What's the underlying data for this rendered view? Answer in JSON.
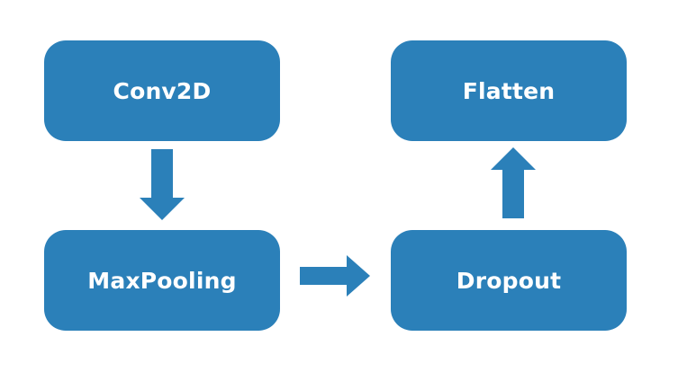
{
  "diagram": {
    "nodes": [
      {
        "id": "conv2d",
        "label": "Conv2D"
      },
      {
        "id": "maxpooling",
        "label": "MaxPooling"
      },
      {
        "id": "dropout",
        "label": "Dropout"
      },
      {
        "id": "flatten",
        "label": "Flatten"
      }
    ],
    "edges": [
      {
        "from": "conv2d",
        "to": "maxpooling"
      },
      {
        "from": "maxpooling",
        "to": "dropout"
      },
      {
        "from": "dropout",
        "to": "flatten"
      }
    ],
    "colors": {
      "node_fill": "#2b80b9",
      "node_text": "#ffffff",
      "arrow": "#2b80b9",
      "background": "#ffffff"
    }
  }
}
